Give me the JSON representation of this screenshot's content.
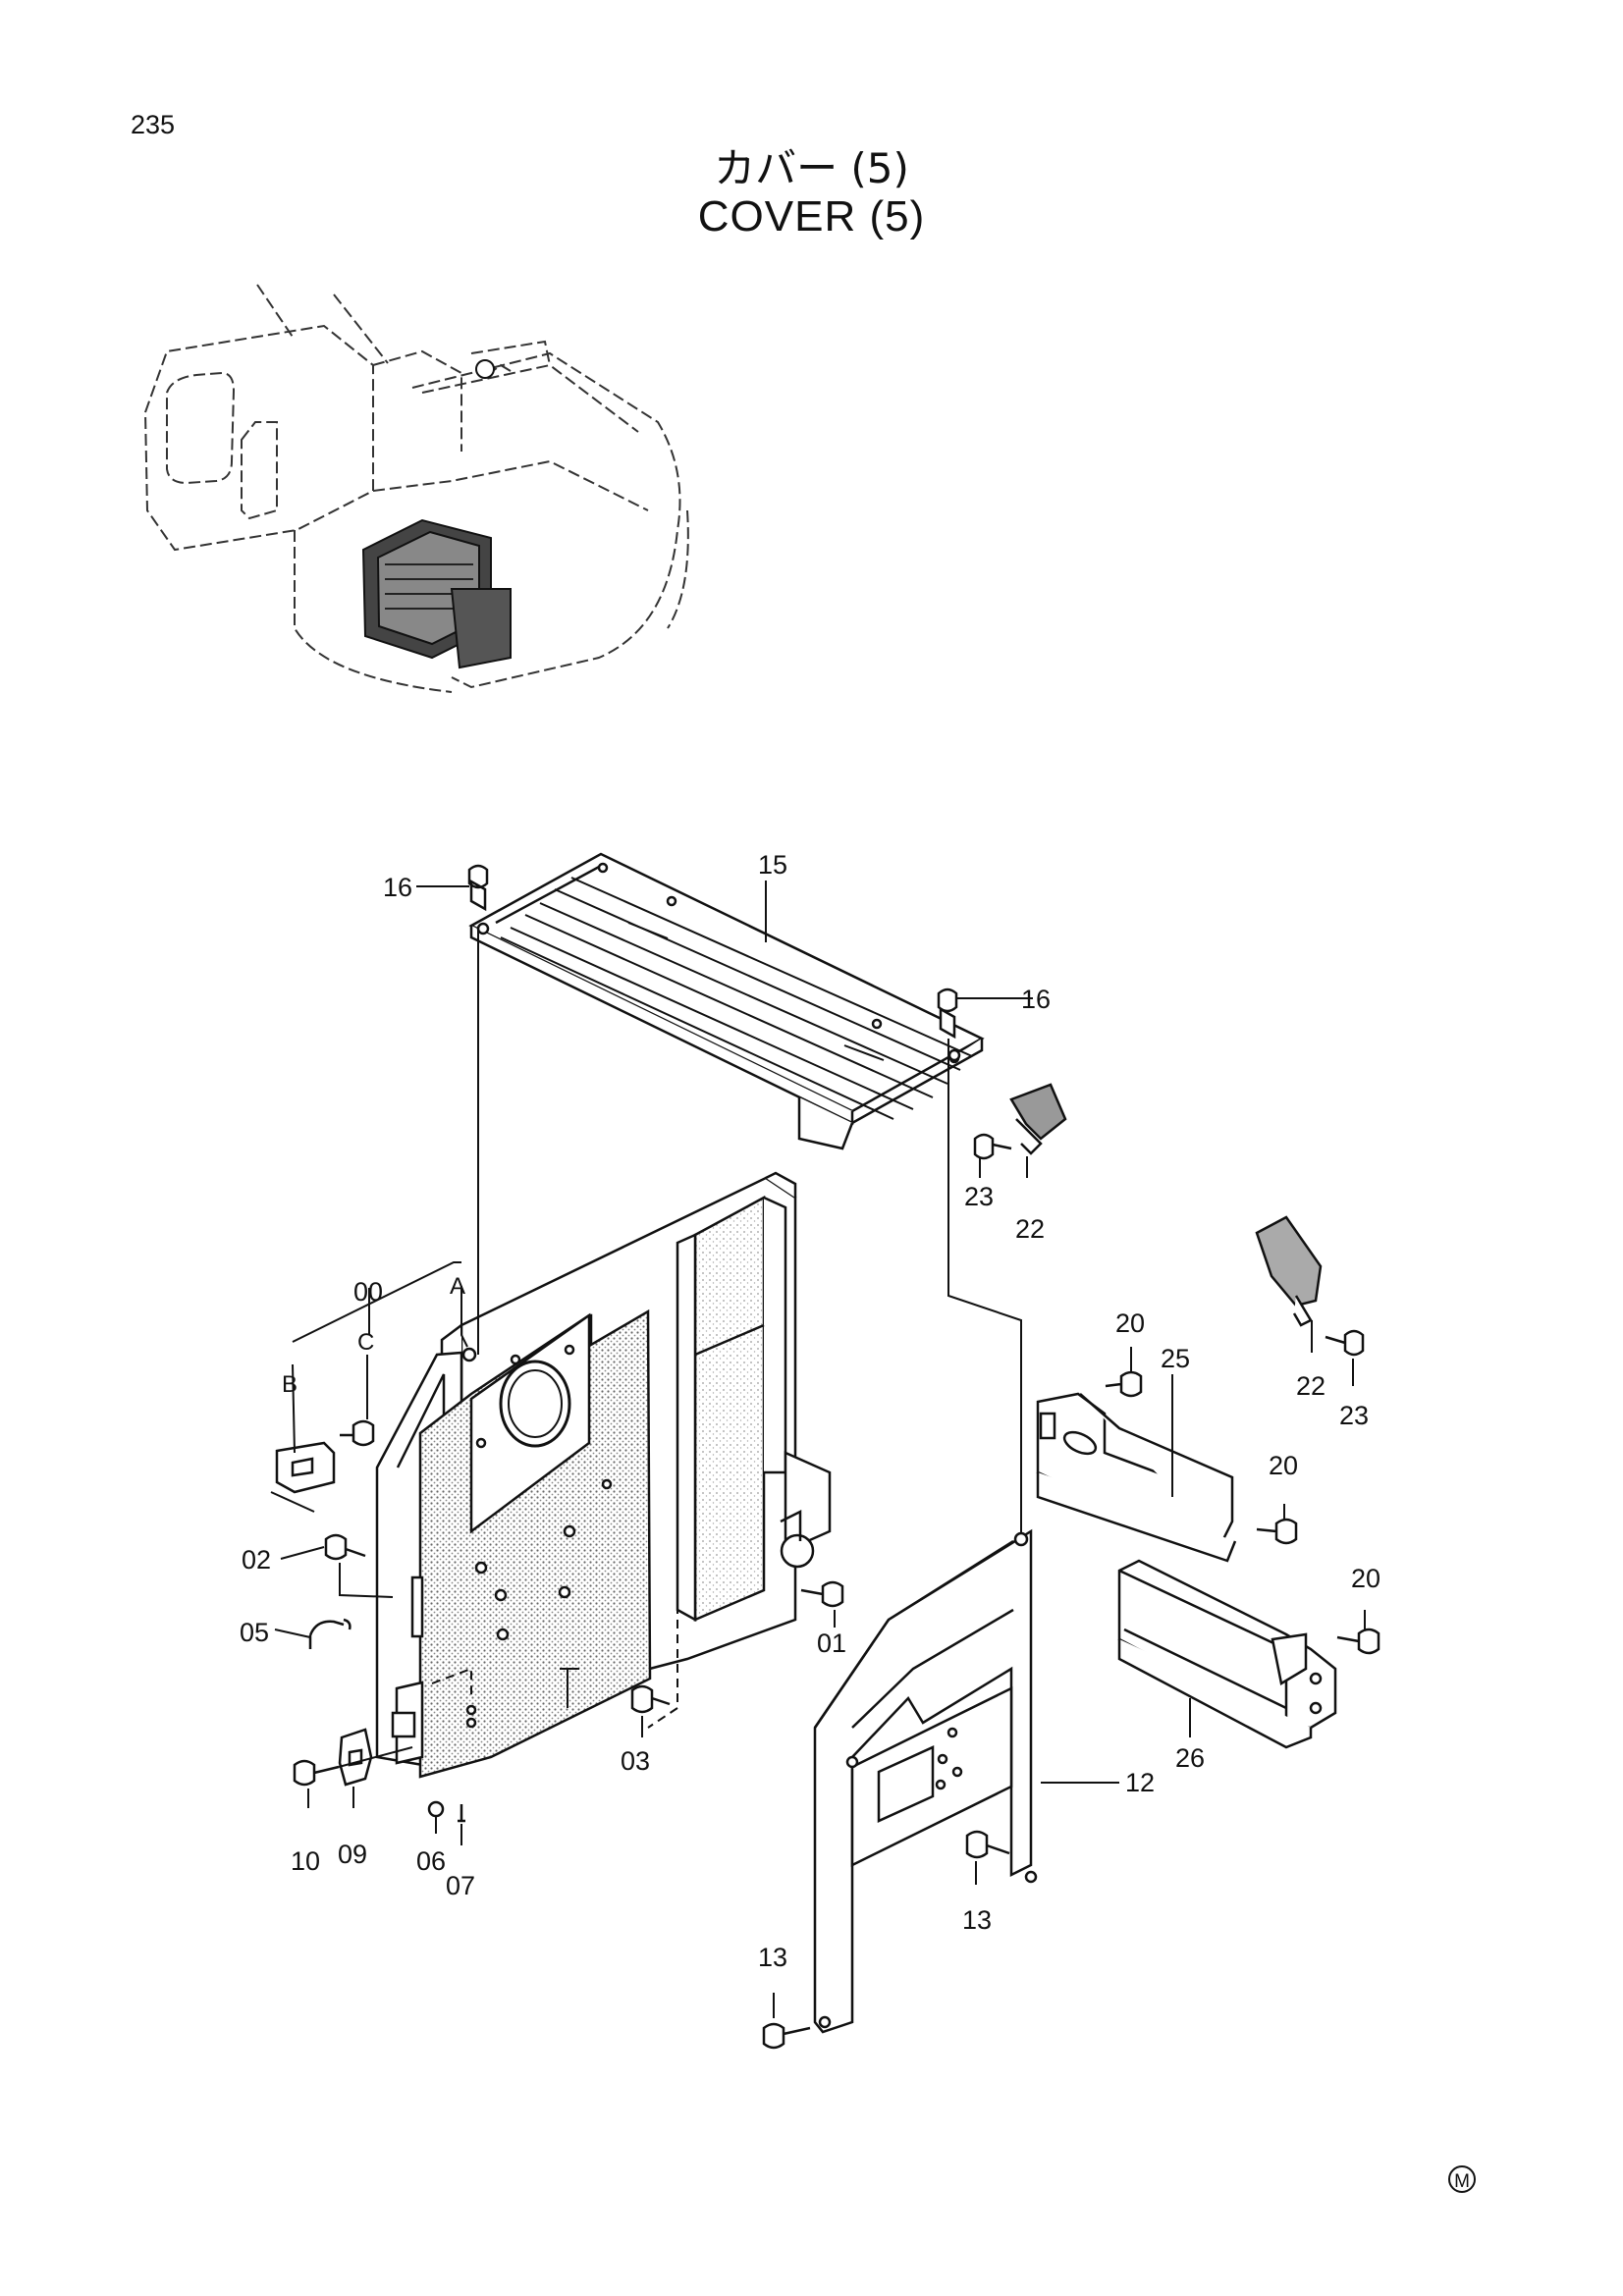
{
  "page_number": "235",
  "title_jp": "カバー (5)",
  "title_en": "COVER (5)",
  "reference_marks": {
    "A": "A",
    "B": "B",
    "C": "C"
  },
  "callouts": {
    "p00": "00",
    "p01": "01",
    "p02": "02",
    "p03": "03",
    "p05": "05",
    "p06": "06",
    "p07": "07",
    "p09": "09",
    "p10": "10",
    "p12": "12",
    "p13a": "13",
    "p13b": "13",
    "p15": "15",
    "p16a": "16",
    "p16b": "16",
    "p20a": "20",
    "p20b": "20",
    "p20c": "20",
    "p22a": "22",
    "p22b": "22",
    "p23a": "23",
    "p23b": "23",
    "p25": "25",
    "p26": "26"
  },
  "footer_mark": "M"
}
